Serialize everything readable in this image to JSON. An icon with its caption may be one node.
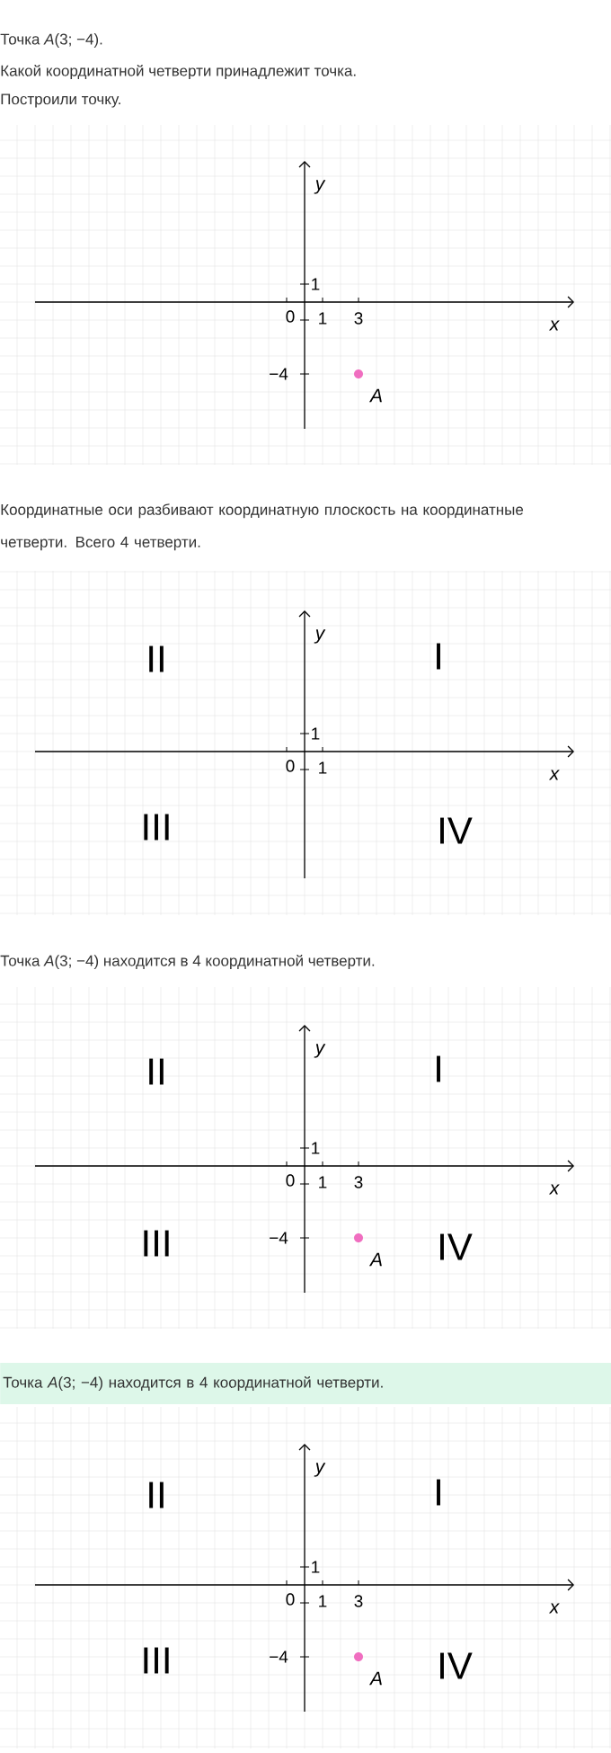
{
  "diagram": {
    "labels": [
      "Точка *A*(3; −4).",
      "Какой координатной четверти принадлежит точка.",
      "Построили точку.",
      "y",
      "1",
      "0",
      "1",
      "3",
      "x",
      "−4",
      "A",
      "Координатные оси разбивают координатную плоскость на координатные четверти. Всего 4 четверти.",
      "y",
      "II",
      "I",
      "1",
      "0",
      "1",
      "x",
      "III",
      "IV",
      "Точка *A*(3; −4) находится в 4 координатной четверти.",
      "y",
      "II",
      "I",
      "1",
      "0",
      "1",
      "3",
      "x",
      "−4",
      "A",
      "III",
      "IV",
      "Точка *A*(3; −4) находится в 4 координатной четверти.",
      "y",
      "II",
      "I",
      "1",
      "0",
      "1",
      "3",
      "x",
      "III",
      "−4",
      "A",
      "IV"
    ]
  }
}
